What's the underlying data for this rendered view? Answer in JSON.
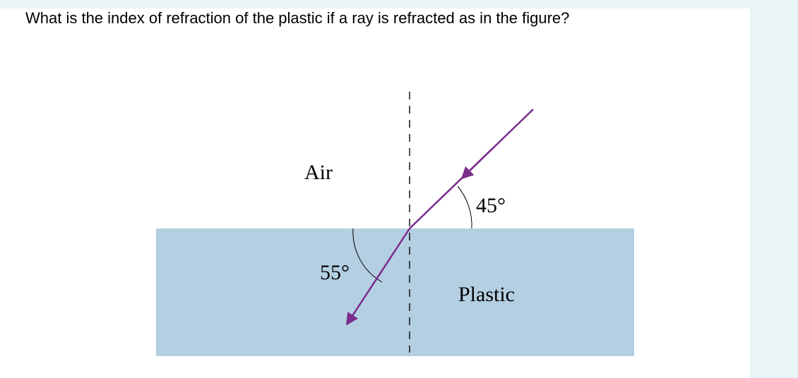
{
  "question": {
    "text": "What is the index of refraction of the plastic if a ray is refracted as in the figure?"
  },
  "figure": {
    "labels": {
      "air": "Air",
      "plastic": "Plastic",
      "incident_angle": "45°",
      "refracted_angle": "55°"
    },
    "colors": {
      "plastic_fill": "#b4cfe2",
      "ray": "#7a2c8c",
      "normal_line": "#000000"
    }
  }
}
